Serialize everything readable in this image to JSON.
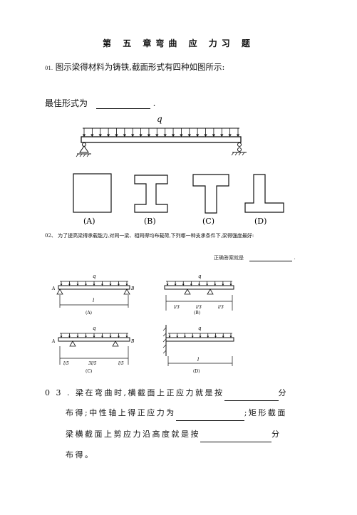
{
  "title": "第 五 章弯曲 应 力习 题",
  "q1": {
    "number": "01.",
    "text": "图示梁得材料为铸铁,截面形式有四种如图所示:",
    "answer_prefix": "最佳形式为",
    "answer_suffix": "."
  },
  "beam_q": "q",
  "sections": [
    "(A)",
    "(B)",
    "(C)",
    "(D)"
  ],
  "q2": {
    "number": "02、",
    "text": "为了提高梁得承载能力,对同一梁、相同得均布载荷,下列哪一种支承条件下,梁得强度最好:",
    "answer_prefix": "正确答案就是",
    "answer_suffix": "."
  },
  "diagrams": [
    {
      "q": "q",
      "left": "A",
      "right": "B",
      "dim": "l",
      "caption": "(A)"
    },
    {
      "q": "q",
      "dims": [
        "l/3",
        "l/3",
        "l/3"
      ],
      "caption": "(B)"
    },
    {
      "q": "q",
      "left": "A",
      "right": "B",
      "dims": [
        "l/5",
        "3l/5",
        "l/5"
      ],
      "caption": "(C)"
    },
    {
      "q": "q",
      "dim": "l",
      "caption": "(D)"
    }
  ],
  "q3": {
    "number": "0 3 .",
    "line1_prefix": "梁在弯曲时,横截面上正应力就是按",
    "line1_suffix": "分",
    "line2_prefix": "布得;中性轴上得正应力为",
    "line2_suffix": ";矩形截面",
    "line3_prefix": "梁横截面上剪应力沿高度就是按",
    "line3_suffix": "分",
    "line4": "布得。"
  }
}
